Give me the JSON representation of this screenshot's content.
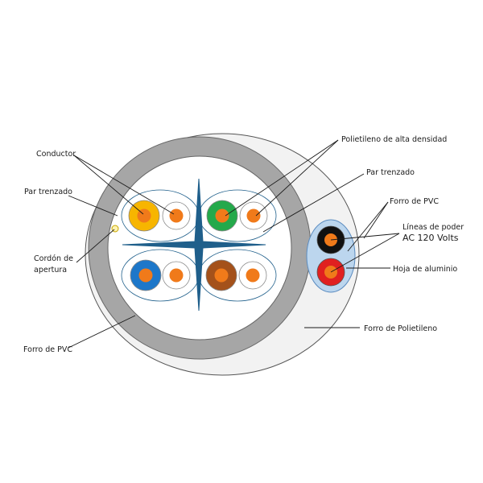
{
  "labels": {
    "conductor": "Conductor",
    "par_trenzado_left": "Par trenzado",
    "cordon_line1": "Cordón de",
    "cordon_line2": "apertura",
    "forro_pvc_left": "Forro de PVC",
    "polietileno_alta": "Polietileno de alta densidad",
    "par_trenzado_right": "Par trenzado",
    "forro_pvc_right": "Forro de PVC",
    "lineas_line1": "Líneas de poder",
    "lineas_line2": "AC 120  Volts",
    "hoja_aluminio": "Hoja de aluminio",
    "forro_polietileno": "Forro de Polietileno"
  },
  "colors": {
    "outer_jacket": "#f2f2f2",
    "pvc_ring": "#a6a6a6",
    "inner_fill": "#ffffff",
    "separator": "#1f5f8b",
    "conductor_core": "#f07a1a",
    "pair_orange": "#f7b500",
    "pair_green": "#24a94b",
    "pair_blue": "#1d77c9",
    "pair_brown": "#a4511a",
    "power_sheath": "#bcd6ee",
    "power_black": "#111111",
    "power_red": "#e02020"
  }
}
